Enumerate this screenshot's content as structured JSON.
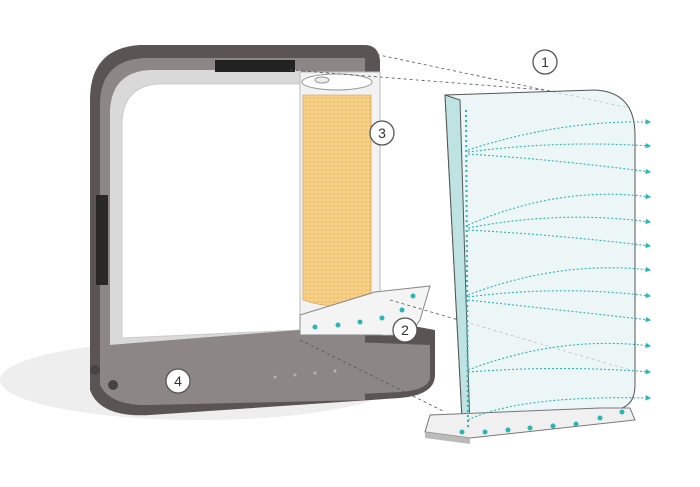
{
  "diagram": {
    "callouts": [
      {
        "label": "1",
        "part": "outer-panel"
      },
      {
        "label": "2",
        "part": "water-tray"
      },
      {
        "label": "3",
        "part": "filter"
      },
      {
        "label": "4",
        "part": "base"
      }
    ],
    "colors": {
      "frame": "#555050",
      "base": "#8c8786",
      "filter": "#f6cf86",
      "accent": "#2bb6b4",
      "panel": "#e6f2f2"
    }
  }
}
